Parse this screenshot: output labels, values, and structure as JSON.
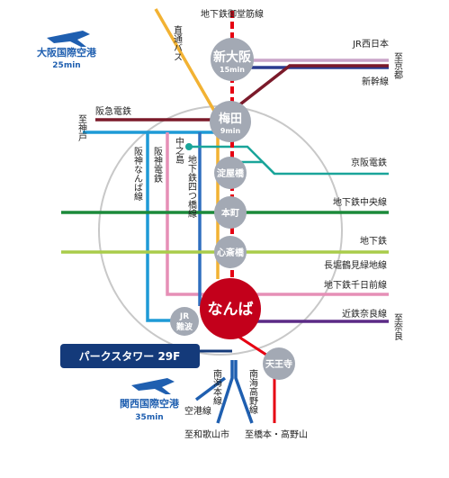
{
  "colors": {
    "midosuji": "#e60012",
    "jr_west": "#c9a3c8",
    "shinkansen": "#2a3b8f",
    "hankyu": "#7b1a2a",
    "hanshin": "#1e9ad6",
    "keihan": "#1aa59a",
    "chuo": "#1b8a3a",
    "nagahori": "#a9cc4a",
    "sennichimae": "#e68fb6",
    "kintetsu": "#5b2a86",
    "nankai": "#1f5fb0",
    "airport_bus": "#f2b233",
    "yotsubashi": "#2f6fbf",
    "loop": "#c8c8c8",
    "station_grey": "#a3a9b4",
    "tower_blue": "#143a7a"
  },
  "stations": {
    "shin_osaka": {
      "name": "新大阪",
      "time": "15min"
    },
    "umeda": {
      "name": "梅田",
      "time": "9min"
    },
    "yodoyabashi": {
      "name": "淀屋橋"
    },
    "honmachi": {
      "name": "本町"
    },
    "shinsaibashi": {
      "name": "心斎橋"
    },
    "namba": {
      "name": "なんば"
    },
    "jr_namba_top": "JR",
    "jr_namba_bottom": "難波",
    "tennoji": {
      "name": "天王寺"
    },
    "nakanoshima": "中之島"
  },
  "lines": {
    "midosuji_top": "地下鉄御堂筋線",
    "airport_bus": "直通バス",
    "jr_west": "JR西日本",
    "to_kyoto": "至京都",
    "shinkansen": "新幹線",
    "hankyu": "阪急電鉄",
    "to_kobe": "至神戸",
    "hanshin_namba": "阪神なんば線",
    "hanshin": "阪神電鉄",
    "yotsubashi": "地下鉄四つ橋線",
    "keihan": "京阪電鉄",
    "chuo": "地下鉄中央線",
    "nagahori_1": "地下鉄",
    "nagahori_2": "長堀鶴見緑地線",
    "sennichimae": "地下鉄千日前線",
    "kintetsu": "近鉄奈良線",
    "to_nara": "至奈良",
    "nankai_main": "南海本線",
    "nankai_koya": "南海高野線",
    "airport_line": "空港線",
    "to_wakayama": "至和歌山市",
    "to_hashimoto": "至橋本・高野山"
  },
  "airports": {
    "itami": {
      "name": "大阪国際空港",
      "time": "25min"
    },
    "kansai": {
      "name": "関西国際空港",
      "time": "35min"
    }
  },
  "tower": {
    "label": "パークスタワー 29F"
  }
}
